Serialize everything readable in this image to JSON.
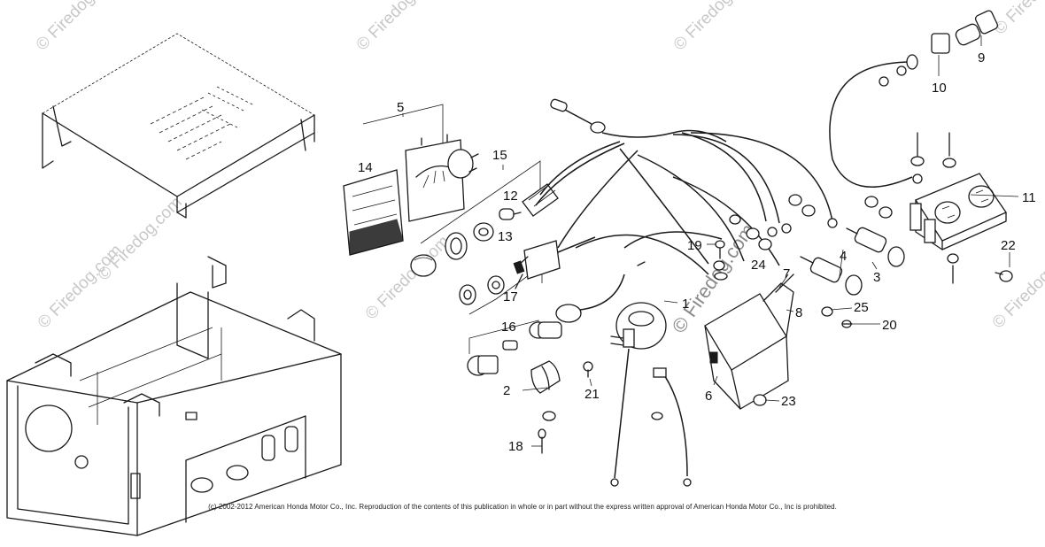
{
  "watermark": {
    "text": "© Firedog.com",
    "center_text": "© Firedog.com"
  },
  "copyright": "(c) 2002-2012 American Honda Motor Co., Inc. Reproduction of the contents of this publication in whole or in part without the express written approval of American Honda Motor Co., Inc is prohibited.",
  "callouts": [
    {
      "id": "c1",
      "label": "1"
    },
    {
      "id": "c2",
      "label": "2"
    },
    {
      "id": "c3",
      "label": "3"
    },
    {
      "id": "c4",
      "label": "4"
    },
    {
      "id": "c5",
      "label": "5"
    },
    {
      "id": "c6",
      "label": "6"
    },
    {
      "id": "c7",
      "label": "7"
    },
    {
      "id": "c8",
      "label": "8"
    },
    {
      "id": "c9",
      "label": "9"
    },
    {
      "id": "c10",
      "label": "10"
    },
    {
      "id": "c11",
      "label": "11"
    },
    {
      "id": "c12",
      "label": "12"
    },
    {
      "id": "c13",
      "label": "13"
    },
    {
      "id": "c14",
      "label": "14"
    },
    {
      "id": "c15",
      "label": "15"
    },
    {
      "id": "c16",
      "label": "16"
    },
    {
      "id": "c17",
      "label": "17"
    },
    {
      "id": "c18",
      "label": "18"
    },
    {
      "id": "c19",
      "label": "19"
    },
    {
      "id": "c20",
      "label": "20"
    },
    {
      "id": "c21",
      "label": "21"
    },
    {
      "id": "c22",
      "label": "22"
    },
    {
      "id": "c23",
      "label": "23"
    },
    {
      "id": "c24",
      "label": "24"
    },
    {
      "id": "c25",
      "label": "25"
    }
  ]
}
